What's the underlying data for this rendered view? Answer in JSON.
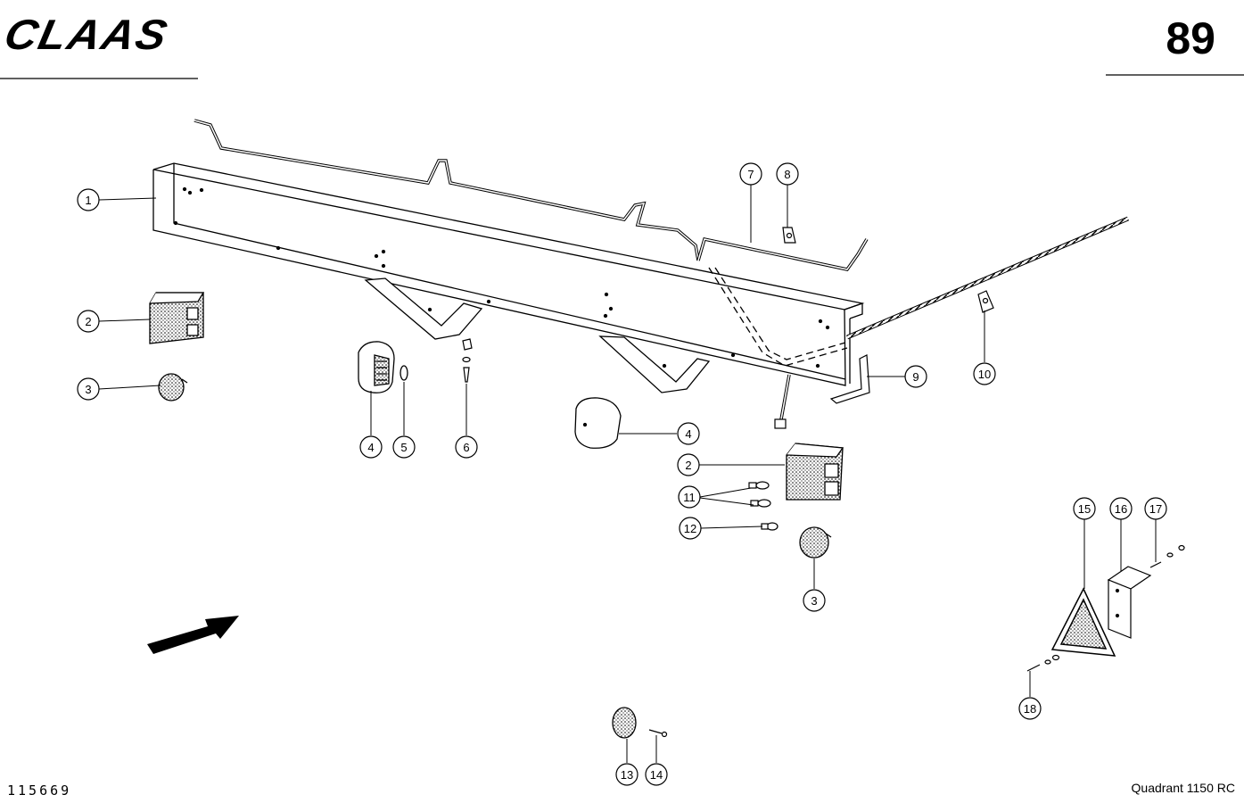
{
  "header": {
    "brand": "CLAAS",
    "page_number": "89"
  },
  "footer": {
    "drawing_number": "115669",
    "model": "Quadrant 1150 RC"
  },
  "callouts": [
    "1",
    "2",
    "3",
    "4",
    "5",
    "6",
    "4",
    "7",
    "8",
    "2",
    "9",
    "10",
    "11",
    "12",
    "3",
    "15",
    "16",
    "17",
    "13",
    "14",
    "18"
  ]
}
